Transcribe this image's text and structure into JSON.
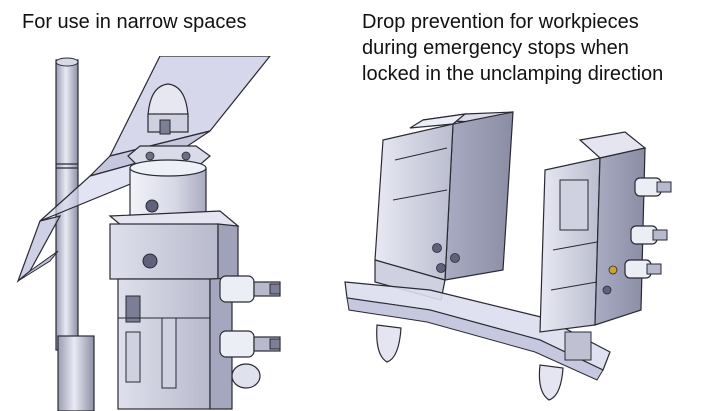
{
  "left_panel": {
    "caption": "For use in narrow spaces"
  },
  "right_panel": {
    "caption_lines": [
      "Drop prevention for workpieces",
      "during emergency stops when",
      "locked in the unclamping direction"
    ]
  },
  "colors": {
    "metal_light": "#e8e9f3",
    "metal_mid": "#c9cbdc",
    "metal_dark": "#8f92a8",
    "outline": "#1c1c22",
    "accent_brass": "#c9a52a"
  }
}
